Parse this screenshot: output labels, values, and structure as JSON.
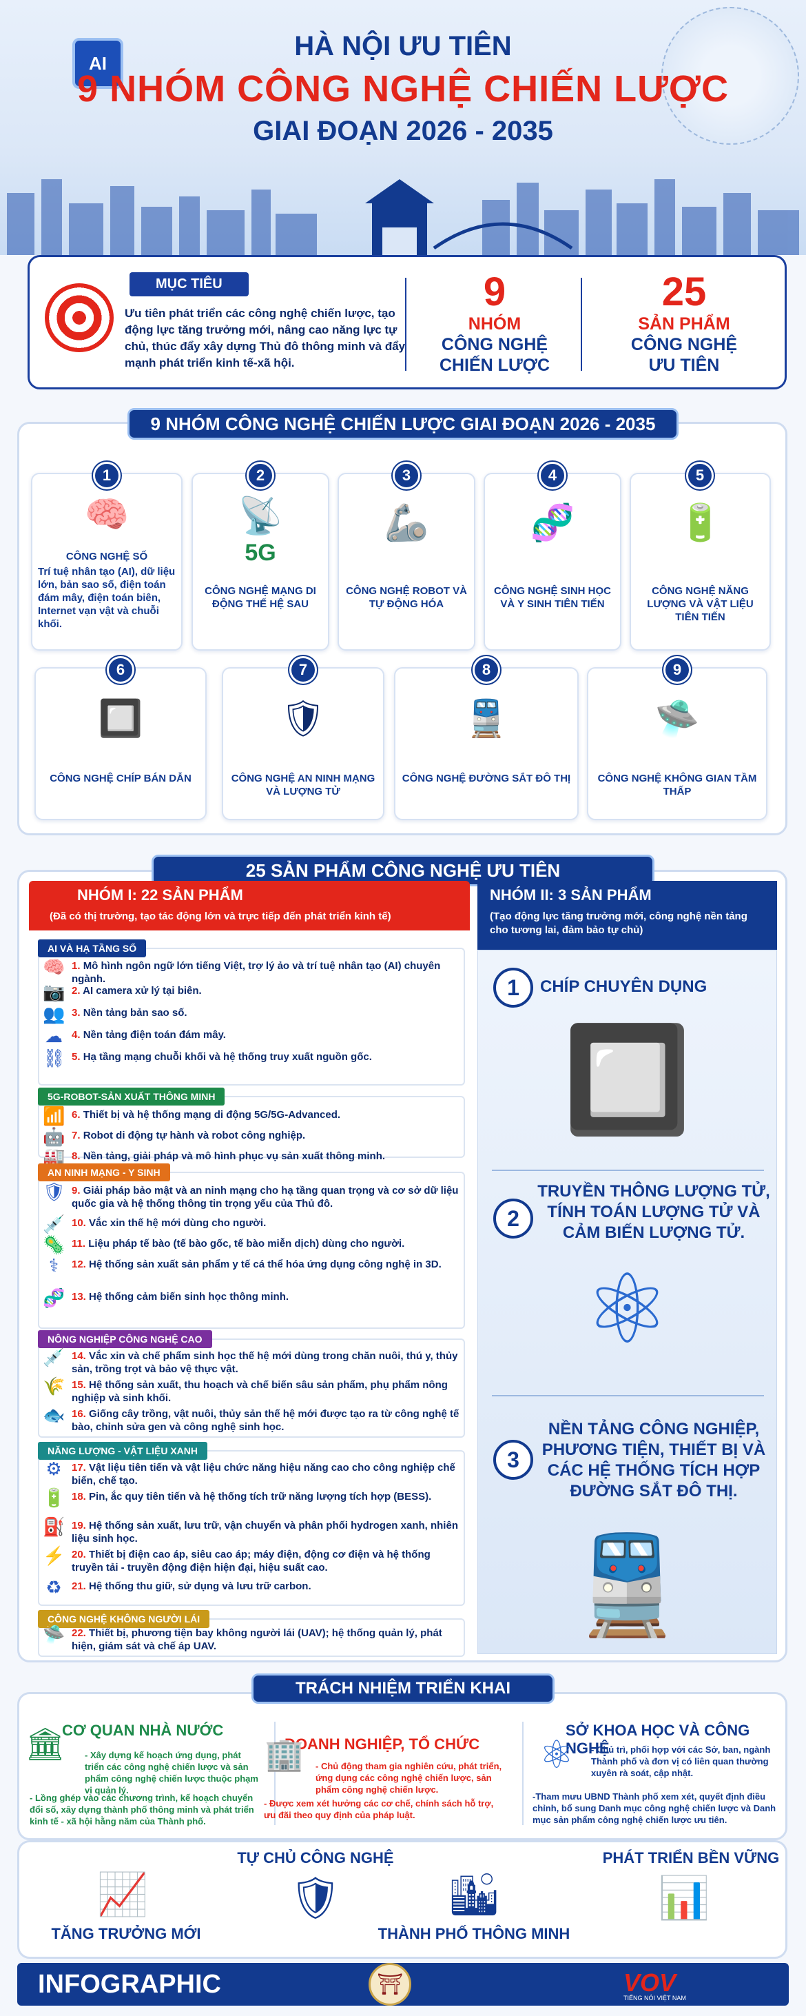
{
  "header": {
    "line1": "HÀ NỘI ƯU TIÊN",
    "line2": "9 NHÓM CÔNG NGHỆ CHIẾN LƯỢC",
    "line3": "GIAI ĐOẠN 2026 - 2035",
    "ai_chip": "AI"
  },
  "objective": {
    "tag": "MỤC TIÊU",
    "text": "Ưu tiên phát triển các công nghệ chiến lược, tạo động lực tăng trưởng mới, nâng cao năng lực tự chủ, thúc đẩy xây dựng Thủ đô thông minh và đẩy mạnh phát triển kinh tế-xã hội.",
    "stat1": {
      "number": "9",
      "a": "NHÓM",
      "b": "CÔNG NGHỆ",
      "c": "CHIẾN LƯỢC"
    },
    "stat2": {
      "number": "25",
      "a": "SẢN PHẨM",
      "b": "CÔNG NGHỆ",
      "c": "ƯU TIÊN"
    }
  },
  "groups_title": "9 NHÓM CÔNG NGHỆ CHIẾN LƯỢC GIAI ĐOẠN 2026 - 2035",
  "groups": [
    {
      "num": "1",
      "icon": "🧠",
      "title": "CÔNG NGHỆ SỐ",
      "desc": "Trí tuệ nhân tạo (AI), dữ liệu lớn, bản sao số, điện toán đám mây, điện toán biên, Internet vạn vật và chuỗi khối."
    },
    {
      "num": "2",
      "icon": "📡",
      "title": "CÔNG NGHỆ MẠNG DI ĐỘNG THẾ HỆ SAU",
      "badge": "5G"
    },
    {
      "num": "3",
      "icon": "🦾",
      "title": "CÔNG NGHỆ ROBOT VÀ TỰ ĐỘNG HÓA"
    },
    {
      "num": "4",
      "icon": "🧬",
      "title": "CÔNG NGHỆ SINH HỌC VÀ Y SINH TIÊN TIẾN"
    },
    {
      "num": "5",
      "icon": "🔋",
      "title": "CÔNG NGHỆ NĂNG LƯỢNG VÀ VẬT LIỆU TIÊN TIẾN"
    },
    {
      "num": "6",
      "icon": "🔲",
      "title": "CÔNG NGHỆ CHÍP BÁN DẪN"
    },
    {
      "num": "7",
      "icon": "🛡",
      "title": "CÔNG NGHỆ AN NINH MẠNG VÀ LƯỢNG TỬ"
    },
    {
      "num": "8",
      "icon": "🚆",
      "title": "CÔNG NGHỆ ĐƯỜNG SẮT ĐÔ THỊ"
    },
    {
      "num": "9",
      "icon": "🛸",
      "title": "CÔNG NGHỆ KHÔNG GIAN TẦM THẤP"
    }
  ],
  "products_title": "25 SẢN PHẨM CÔNG NGHỆ ƯU TIÊN",
  "group1": {
    "title": "NHÓM I: 22 SẢN PHẨM",
    "sub": "(Đã có thị trường, tạo tác động lớn và trực tiếp đến phát triển kinh tế)",
    "cats": [
      {
        "tag": "AI VÀ HẠ TẦNG SỐ",
        "color": "#123a8f",
        "items": [
          {
            "n": "1.",
            "t": "Mô hình ngôn ngữ lớn tiếng Việt, trợ lý ảo và trí tuệ nhân tạo (AI) chuyên ngành.",
            "icon": "🧠"
          },
          {
            "n": "2.",
            "t": "AI camera xử lý tại biên.",
            "icon": "📷"
          },
          {
            "n": "3.",
            "t": "Nền tảng bản sao số.",
            "icon": "👥"
          },
          {
            "n": "4.",
            "t": "Nền tảng điện toán đám mây.",
            "icon": "☁"
          },
          {
            "n": "5.",
            "t": "Hạ tầng mạng chuỗi khối và hệ thống truy xuất nguồn gốc.",
            "icon": "⛓"
          }
        ]
      },
      {
        "tag": "5G-ROBOT-SẢN XUẤT THÔNG MINH",
        "color": "#1d8a4a",
        "items": [
          {
            "n": "6.",
            "t": "Thiết bị và hệ thống mạng di động 5G/5G-Advanced.",
            "icon": "📶"
          },
          {
            "n": "7.",
            "t": "Robot di động tự hành và robot công nghiệp.",
            "icon": "🤖"
          },
          {
            "n": "8.",
            "t": "Nền tảng, giải pháp và mô hình phục vụ sản xuất thông minh.",
            "icon": "🏭"
          }
        ]
      },
      {
        "tag": "AN NINH MẠNG - Y SINH",
        "color": "#e2701a",
        "items": [
          {
            "n": "9.",
            "t": "Giải pháp bảo mật và an ninh mạng cho hạ tầng quan trọng và cơ sở dữ liệu quốc gia và hệ thống thông tin trọng yếu của Thủ đô.",
            "icon": "🛡"
          },
          {
            "n": "10.",
            "t": "Vắc xin thế hệ mới dùng cho người.",
            "icon": "💉"
          },
          {
            "n": "11.",
            "t": "Liệu pháp tế bào (tế bào gốc, tế bào miễn dịch) dùng cho người.",
            "icon": "🦠"
          },
          {
            "n": "12.",
            "t": "Hệ thống sản xuất sản phẩm y tế cá thể hóa ứng dụng công nghệ in 3D.",
            "icon": "⚕"
          },
          {
            "n": "13.",
            "t": "Hệ thống cảm biến sinh học thông minh.",
            "icon": "🧬"
          }
        ]
      },
      {
        "tag": "NÔNG NGHIỆP CÔNG NGHỆ CAO",
        "color": "#7a2f9e",
        "items": [
          {
            "n": "14.",
            "t": "Vắc xin và chế phẩm sinh học thế hệ mới dùng trong chăn nuôi, thú y, thủy sản, trồng trọt và bảo vệ thực vật.",
            "icon": "💉"
          },
          {
            "n": "15.",
            "t": "Hệ thống sản xuất, thu hoạch và chế biến sâu sản phẩm, phụ phẩm nông nghiệp và sinh khối.",
            "icon": "🌾"
          },
          {
            "n": "16.",
            "t": "Giống cây trồng, vật nuôi, thủy sản thế hệ mới được tạo ra từ công nghệ tế bào, chỉnh sửa gen và công nghệ sinh học.",
            "icon": "🐟"
          }
        ]
      },
      {
        "tag": "NĂNG LƯỢNG - VẬT LIỆU XANH",
        "color": "#1a8a8a",
        "items": [
          {
            "n": "17.",
            "t": "Vật liệu tiên tiến và vật liệu chức năng hiệu năng cao cho công nghiệp chế biến, chế tạo.",
            "icon": "⚙"
          },
          {
            "n": "18.",
            "t": "Pin, ắc quy tiên tiến và hệ thống tích trữ năng lượng tích hợp (BESS).",
            "icon": "🔋"
          },
          {
            "n": "19.",
            "t": "Hệ thống sản xuất, lưu trữ, vận chuyển và phân phối hydrogen xanh, nhiên liệu sinh học.",
            "icon": "⛽"
          },
          {
            "n": "20.",
            "t": "Thiết bị điện cao áp, siêu cao áp; máy điện, động cơ điện và hệ thống truyền tải - truyền động điện hiện đại, hiệu suất cao.",
            "icon": "⚡"
          },
          {
            "n": "21.",
            "t": "Hệ thống thu giữ, sử dụng và lưu trữ carbon.",
            "icon": "♻"
          }
        ]
      },
      {
        "tag": "CÔNG NGHỆ KHÔNG NGƯỜI LÁI",
        "color": "#c99a1a",
        "items": [
          {
            "n": "22.",
            "t": "Thiết bị, phương tiện bay không người lái (UAV); hệ thống quản lý, phát hiện, giám sát và chế áp UAV.",
            "icon": "🛸"
          }
        ]
      }
    ]
  },
  "group2": {
    "title": "NHÓM II: 3 SẢN PHẨM",
    "sub": "(Tạo động lực tăng trưởng mới, công nghệ nền tảng cho tương lai, đảm bảo tự chủ)",
    "items": [
      {
        "n": "1",
        "t": "CHÍP CHUYÊN DỤNG",
        "icon": "🔲"
      },
      {
        "n": "2",
        "t": "TRUYỀN THÔNG LƯỢNG TỬ, TÍNH TOÁN LƯỢNG TỬ VÀ CẢM BIẾN LƯỢNG TỬ.",
        "icon": "⚛"
      },
      {
        "n": "3",
        "t": "NỀN TẢNG CÔNG NGHIỆP, PHƯƠNG TIỆN, THIẾT BỊ VÀ CÁC HỆ THỐNG TÍCH HỢP ĐƯỜNG SẮT ĐÔ THỊ.",
        "icon": "🚆"
      }
    ]
  },
  "resp": {
    "title": "TRÁCH NHIỆM TRIỂN KHAI",
    "c1": {
      "title": "CƠ QUAN NHÀ NƯỚC",
      "t1": "- Xây dựng kế hoạch ứng dụng, phát triển các công nghệ chiến lược và sản phẩm công nghệ chiến lược thuộc phạm vi quản lý.",
      "t2": "- Lồng ghép vào các chương trình, kế hoạch chuyển đổi số, xây dựng thành phố thông minh và phát triển kinh tế - xã hội hằng năm của Thành phố."
    },
    "c2": {
      "title": "DOANH NGHIỆP, TỔ CHỨC",
      "t1": "- Chủ động tham gia nghiên cứu, phát triển, ứng dụng các công nghệ chiến lược, sản phẩm công nghệ chiến lược.",
      "t2": "- Được xem xét hưởng các cơ chế, chính sách hỗ trợ, ưu đãi theo quy định của pháp luật."
    },
    "c3": {
      "title": "SỞ KHOA HỌC VÀ CÔNG NGHỆ",
      "t1": "- Chủ trì, phối hợp với các Sở, ban, ngành Thành phố và đơn vị có liên quan thường xuyên rà soát, cập nhật.",
      "t2": "-Tham mưu UBND Thành phố xem xét, quyết định điều chỉnh, bổ sung Danh mục công nghệ chiến lược và Danh mục sản phẩm công nghệ chiến lược ưu tiên."
    }
  },
  "values": {
    "v1": "TĂNG TRƯỞNG MỚI",
    "v2": "TỰ CHỦ CÔNG NGHỆ",
    "v3": "THÀNH PHỐ THÔNG MINH",
    "v4": "PHÁT TRIỂN BỀN VỮNG"
  },
  "footer": {
    "label": "INFOGRAPHIC",
    "brand": "VOV",
    "brand_sub": "TIẾNG NÓI VIỆT NAM"
  }
}
